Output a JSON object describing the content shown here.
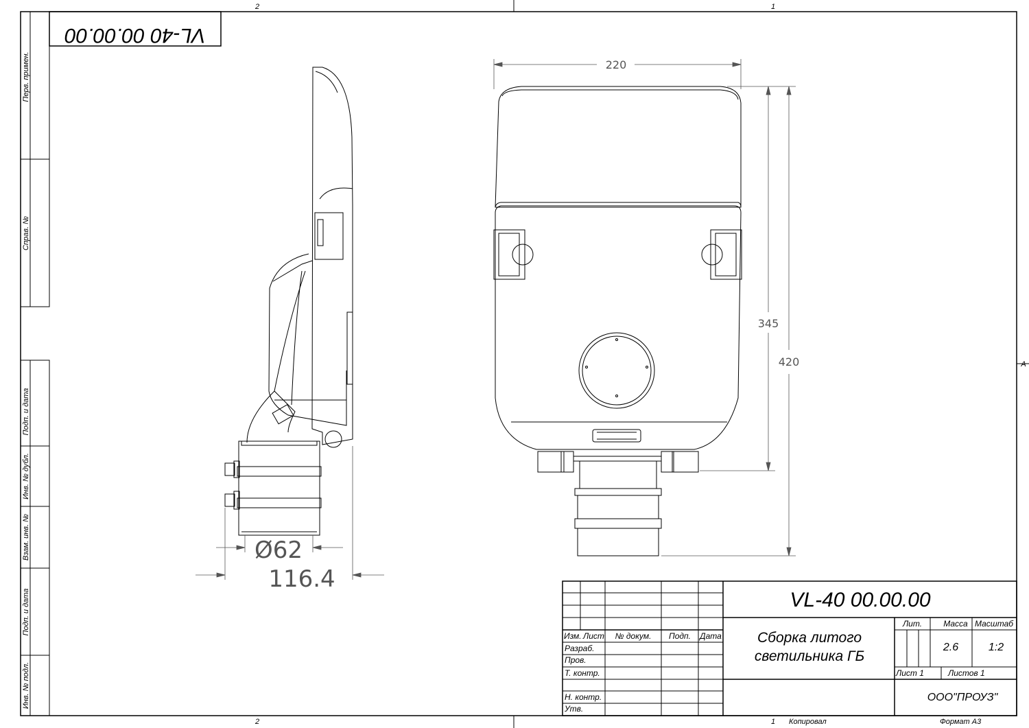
{
  "drawing": {
    "designation": "VL-40 00.00.00",
    "title_line1": "Сборка литого",
    "title_line2": "светильника ГБ",
    "mass": "2.6",
    "scale": "1:2",
    "sheet": "Лист 1",
    "sheets": "Листов 1",
    "company": "ООО\"ПРОУЗ\"",
    "copied_label": "Копировал",
    "format_label": "Формат A3"
  },
  "title_block": {
    "col_headers": [
      "Изм.",
      "Лист",
      "№ докум.",
      "Подп.",
      "Дата"
    ],
    "roles": [
      "Разраб.",
      "Пров.",
      "Т. контр.",
      "Н. контр.",
      "Утв."
    ],
    "lit_label": "Лит.",
    "mass_label": "Масса",
    "scale_label": "Масштаб"
  },
  "left_strip": {
    "labels": [
      "Перв. примен.",
      "Справ. №",
      "Подп. и дата",
      "Инв. № дубл.",
      "Взам. инв. №",
      "Подп. и дата",
      "Инв. № подл."
    ]
  },
  "frame": {
    "zone_top_left": "2",
    "zone_top_right": "1",
    "zone_bottom_left": "2",
    "zone_bottom_right": "1",
    "zone_right": "A"
  },
  "dimensions": {
    "width": "220",
    "height_body": "345",
    "height_total": "420",
    "diameter": "Ø62",
    "depth": "116.4"
  }
}
